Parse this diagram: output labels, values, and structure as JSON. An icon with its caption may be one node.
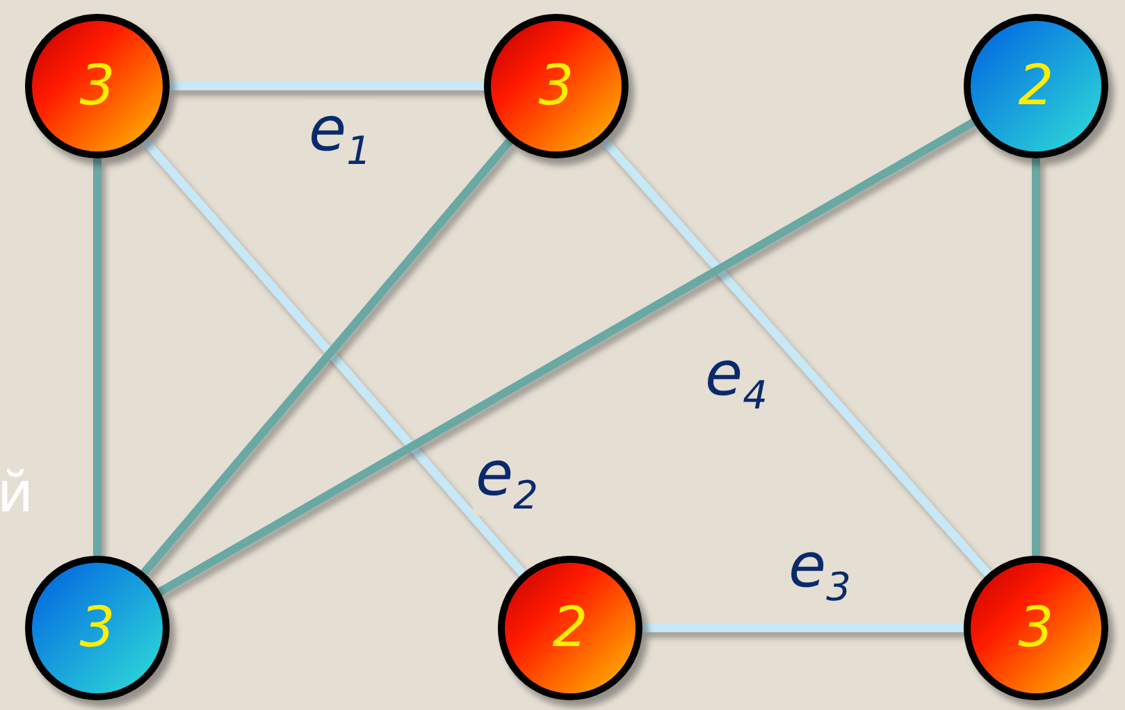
{
  "diagram": {
    "nodes": [
      {
        "text": [
          "3"
        ]
      },
      {
        "text": [
          "3"
        ]
      },
      {
        "text": [
          "2"
        ]
      },
      {
        "text": [
          "3"
        ]
      },
      {
        "text": [
          "2"
        ]
      },
      {
        "text": [
          "3"
        ]
      }
    ],
    "edges": [
      {
        "from": 0,
        "to": 1,
        "arrow": "none",
        "label": "e$_{1}$",
        "color": "#c6e8f7"
      },
      {
        "from": 0,
        "to": 3,
        "arrow": "none",
        "color": "#6aa8a4"
      },
      {
        "from": 0,
        "to": 4,
        "arrow": "none",
        "label": "e$_{2}$",
        "color": "#c6e8f7"
      },
      {
        "from": 1,
        "to": 3,
        "arrow": "none",
        "color": "#6aa8a4"
      },
      {
        "from": 1,
        "to": 5,
        "arrow": "none",
        "label": "e$_{4}$",
        "color": "#c6e8f7"
      },
      {
        "from": 2,
        "to": 3,
        "arrow": "none",
        "color": "#6aa8a4"
      },
      {
        "from": 2,
        "to": 5,
        "arrow": "none",
        "color": "#6aa8a4"
      },
      {
        "from": 4,
        "to": 5,
        "arrow": "none",
        "label": "e$_{3}$",
        "color": "#c6e8f7"
      }
    ],
    "labels": [
      "й"
    ]
  }
}
